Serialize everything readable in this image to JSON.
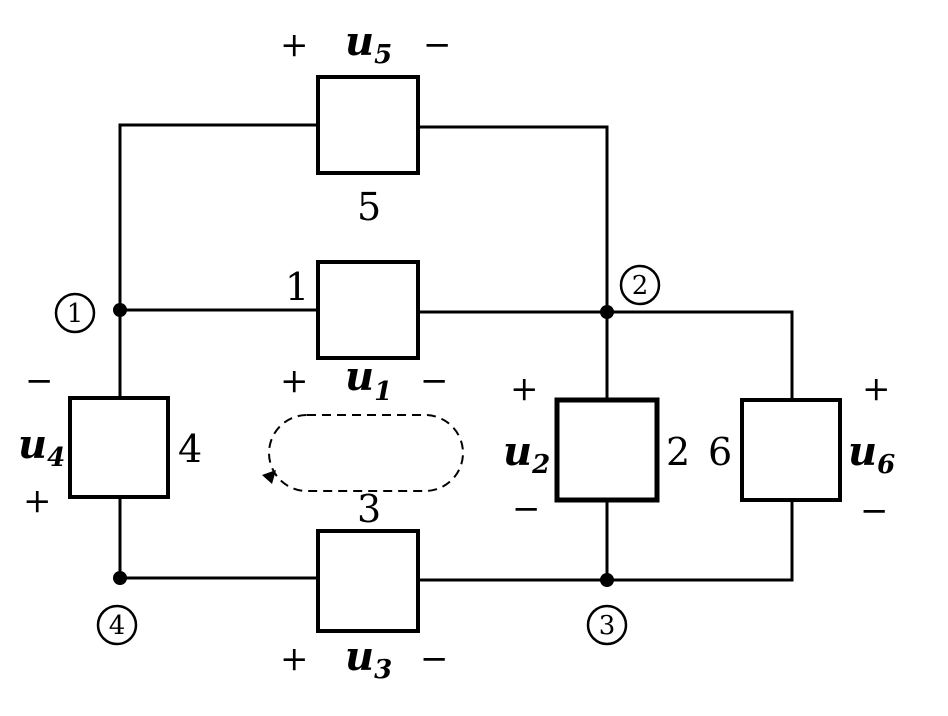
{
  "nodes": [
    {
      "id": "node-1",
      "label": "1"
    },
    {
      "id": "node-2",
      "label": "2"
    },
    {
      "id": "node-3",
      "label": "3"
    },
    {
      "id": "node-4",
      "label": "4"
    }
  ],
  "elements": {
    "e1": {
      "number": "1",
      "voltage": "u",
      "subscript": "1",
      "plus": "+",
      "minus": "−"
    },
    "e2": {
      "number": "2",
      "voltage": "u",
      "subscript": "2",
      "plus": "+",
      "minus": "−"
    },
    "e3": {
      "number": "3",
      "voltage": "u",
      "subscript": "3",
      "plus": "+",
      "minus": "−"
    },
    "e4": {
      "number": "4",
      "voltage": "u",
      "subscript": "4",
      "plus": "+",
      "minus": "−"
    },
    "e5": {
      "number": "5",
      "voltage": "u",
      "subscript": "5",
      "plus": "+",
      "minus": "−"
    },
    "e6": {
      "number": "6",
      "voltage": "u",
      "subscript": "6",
      "plus": "+",
      "minus": "−"
    }
  }
}
